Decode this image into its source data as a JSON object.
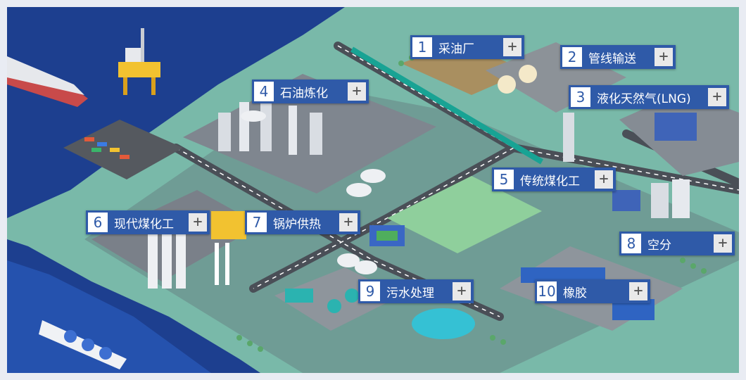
{
  "colors": {
    "page_bg": "#e9ecf3",
    "sea_deep": "#1d3f8f",
    "sea_light": "#2c63c9",
    "land": "#79b9a9",
    "road": "#4a4f57",
    "label_bg": "#2f5aa8",
    "building": "#d9dde3",
    "accent_yellow": "#f2c230"
  },
  "hotspots": [
    {
      "num": "1",
      "label": "采油厂",
      "plus": "+"
    },
    {
      "num": "2",
      "label": "管线输送",
      "plus": "+"
    },
    {
      "num": "3",
      "label": "液化天然气(LNG)",
      "plus": "+"
    },
    {
      "num": "4",
      "label": "石油炼化",
      "plus": "+"
    },
    {
      "num": "5",
      "label": "传统煤化工",
      "plus": "+"
    },
    {
      "num": "6",
      "label": "现代煤化工",
      "plus": "+"
    },
    {
      "num": "7",
      "label": "锅炉供热",
      "plus": "+"
    },
    {
      "num": "8",
      "label": "空分",
      "plus": "+"
    },
    {
      "num": "9",
      "label": "污水处理",
      "plus": "+"
    },
    {
      "num": "10",
      "label": "橡胶",
      "plus": "+"
    }
  ]
}
